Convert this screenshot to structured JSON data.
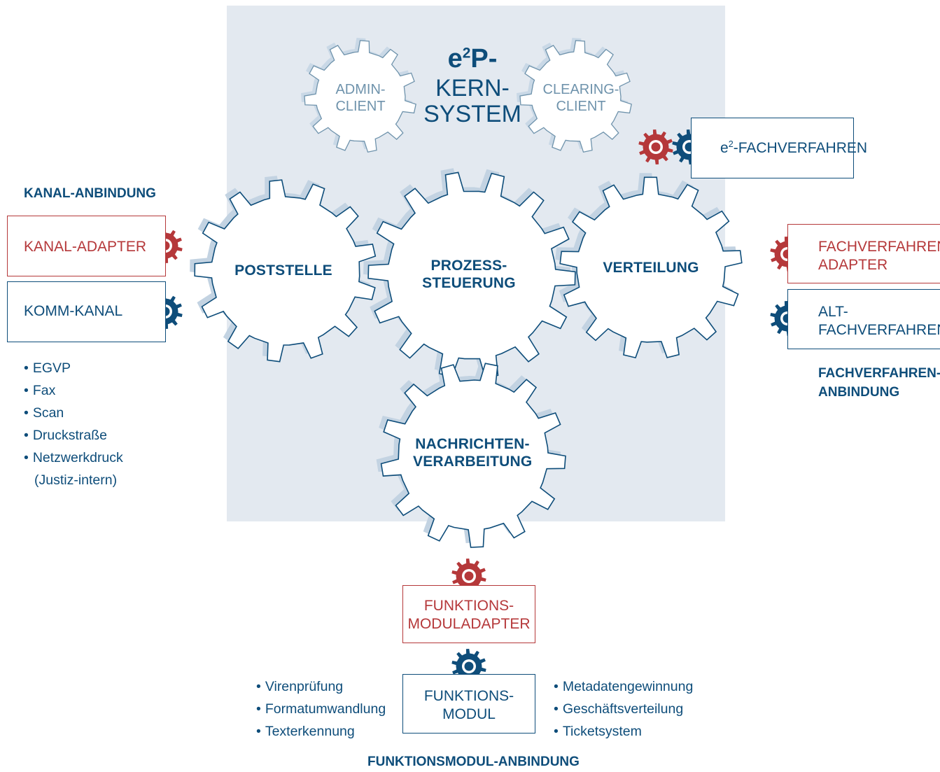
{
  "colors": {
    "blue": "#0e4d7a",
    "red": "#b5383a",
    "core_bg": "#e3e9f0",
    "client_gear": "#6f93ac"
  },
  "core": {
    "title_line1": "e²P-",
    "title_line2": "KERN-",
    "title_line3": "SYSTEM",
    "admin_client": [
      "ADMIN-",
      "CLIENT"
    ],
    "clearing_client": [
      "CLEARING-",
      "CLIENT"
    ]
  },
  "gears": {
    "poststelle": "POSTSTELLE",
    "prozess": [
      "PROZESS-",
      "STEUERUNG"
    ],
    "verteilung": "VERTEILUNG",
    "nachrichten": [
      "NACHRICHTEN-",
      "VERARBEITUNG"
    ]
  },
  "e2_fachverfahren": "e²-FACHVERFAHREN",
  "kanal": {
    "heading": "KANAL-ANBINDUNG",
    "adapter": "KANAL-ADAPTER",
    "komm": "KOMM-KANAL",
    "items": [
      "EGVP",
      "Fax",
      "Scan",
      "Druckstraße",
      "Netzwerkdruck",
      "(Justiz-intern)"
    ]
  },
  "fachverfahren": {
    "adapter": [
      "FACHVERFAHREN-",
      "ADAPTER"
    ],
    "alt": [
      "ALT-",
      "FACHVERFAHREN"
    ],
    "heading": [
      "FACHVERFAHREN-",
      "ANBINDUNG"
    ]
  },
  "funktion": {
    "adapter": [
      "FUNKTIONS-",
      "MODULADAPTER"
    ],
    "modul": [
      "FUNKTIONS-",
      "MODUL"
    ],
    "left_items": [
      "Virenprüfung",
      "Formatumwandlung",
      "Texterkennung"
    ],
    "right_items": [
      "Metadatengewinnung",
      "Geschäftsverteilung",
      "Ticketsystem"
    ],
    "heading": "FUNKTIONSMODUL-ANBINDUNG"
  }
}
